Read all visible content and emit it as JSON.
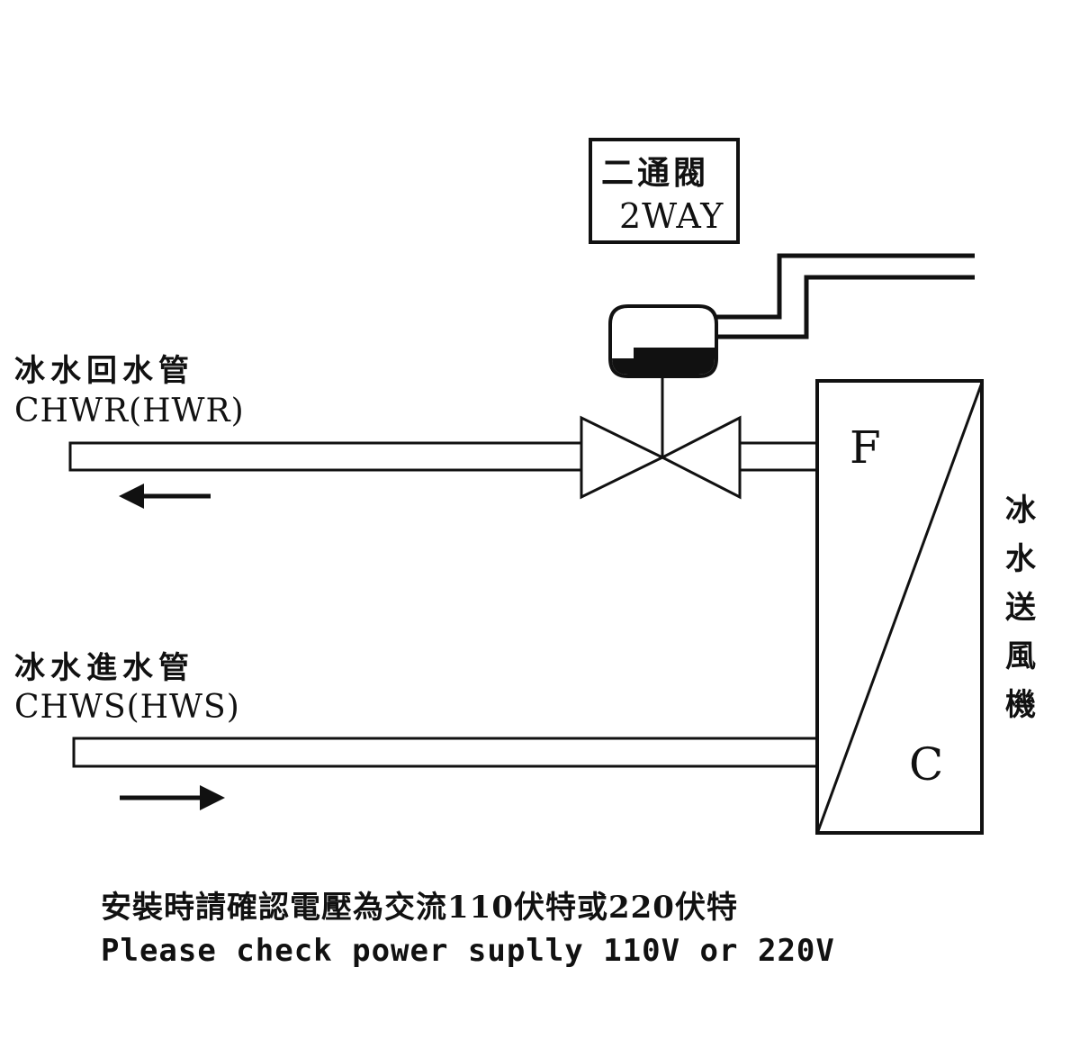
{
  "valve_label": {
    "zh": "二通閥",
    "en": "2WAY"
  },
  "return_pipe": {
    "zh": "冰水回水管",
    "en": "CHWR(HWR)"
  },
  "supply_pipe": {
    "zh": "冰水進水管",
    "en": "CHWS(HWS)"
  },
  "coil_letters": {
    "top": "F",
    "bottom": "C"
  },
  "fan_coil_label_chars": [
    "冰",
    "水",
    "送",
    "風",
    "機"
  ],
  "notice": {
    "zh": "安裝時請確認電壓為交流110伏特或220伏特",
    "en": "Please check power suplly 110V or 220V"
  }
}
